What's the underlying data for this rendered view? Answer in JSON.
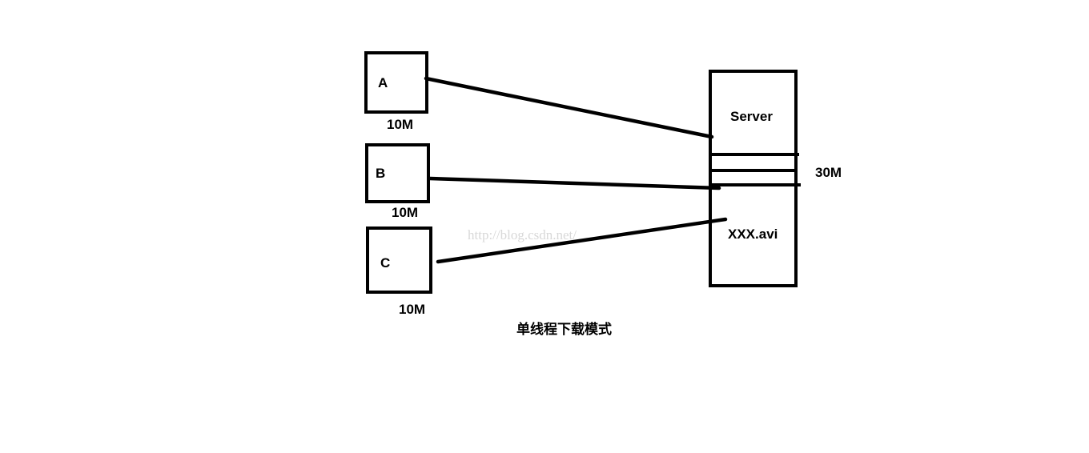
{
  "diagram": {
    "title": "单线程下载模式",
    "clients": [
      {
        "name": "A",
        "size": "10M"
      },
      {
        "name": "B",
        "size": "10M"
      },
      {
        "name": "C",
        "size": "10M"
      }
    ],
    "server": {
      "label": "Server",
      "file": "XXX.avi",
      "file_size": "30M"
    },
    "watermark": "http://blog.csdn.net/"
  }
}
